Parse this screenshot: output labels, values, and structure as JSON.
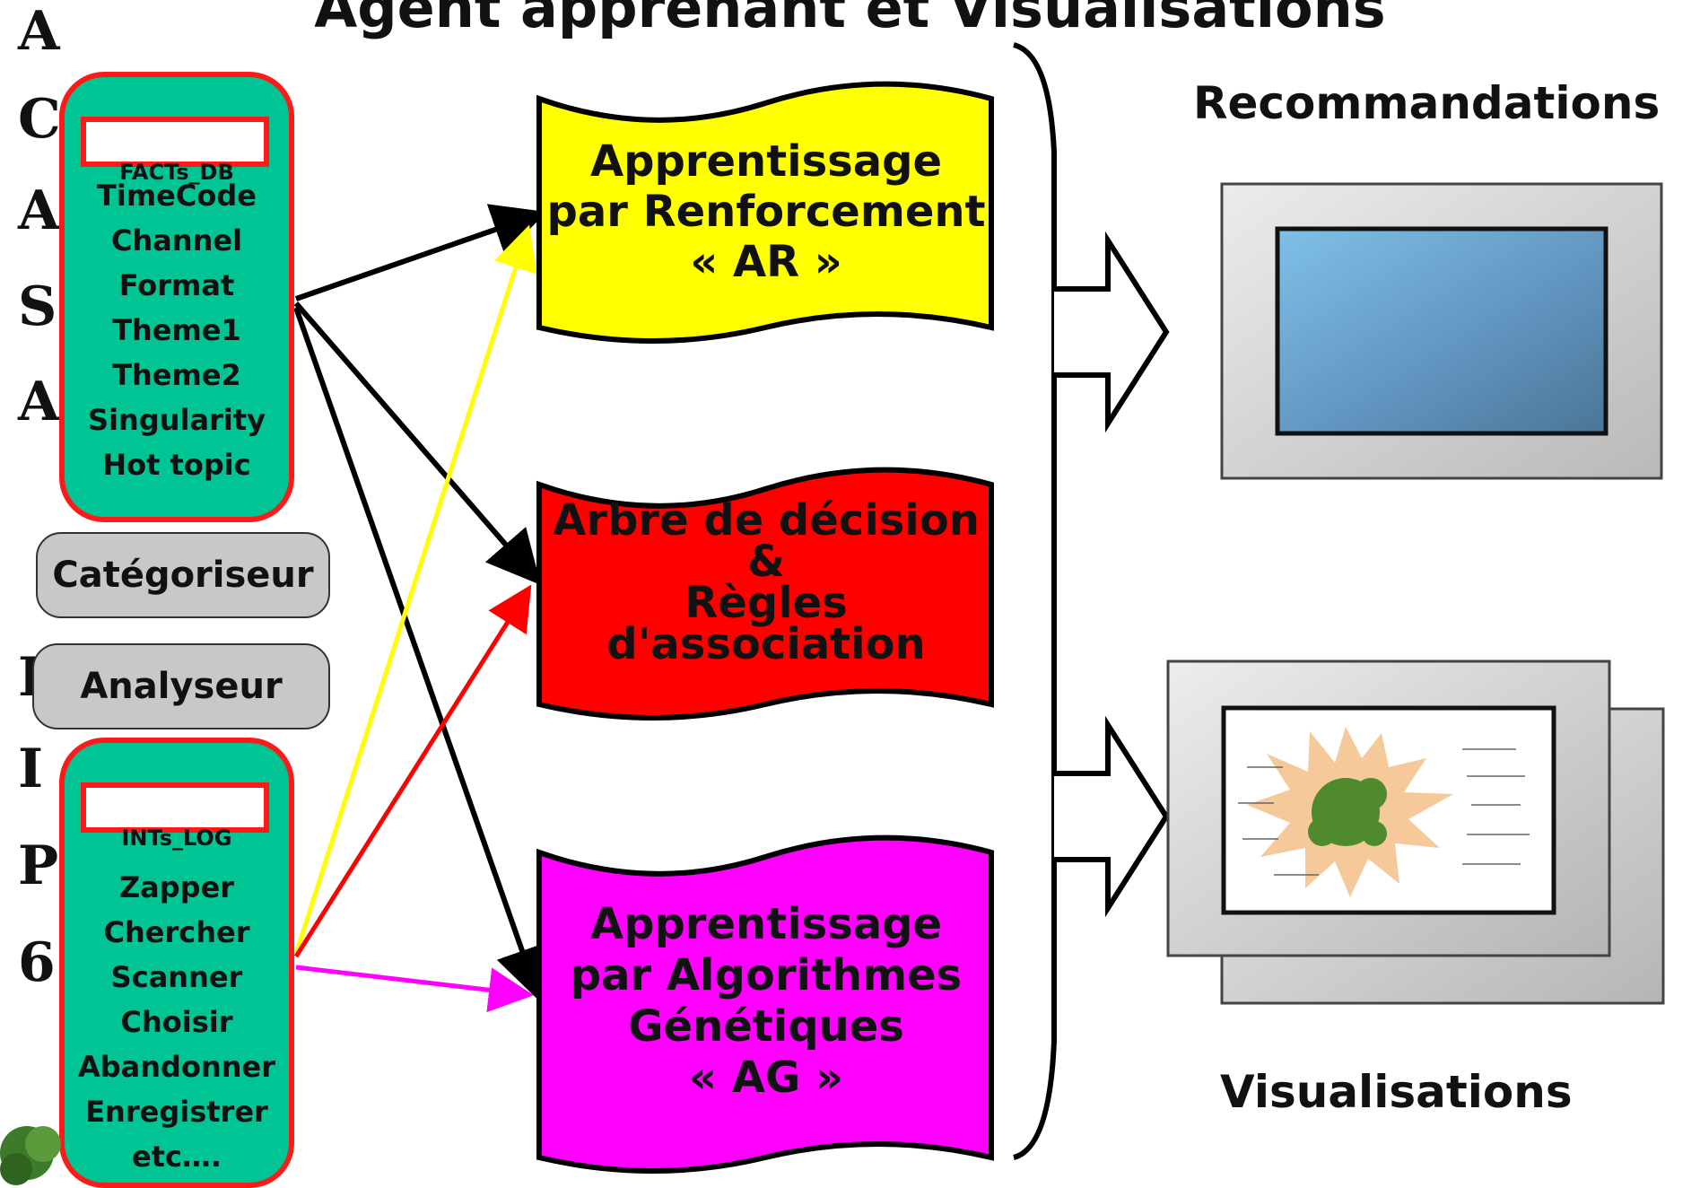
{
  "title": "Agent apprenant et Visualisations",
  "side_letters": [
    "A",
    "C",
    "A",
    "S",
    "A",
    "I",
    "I",
    "P",
    "6"
  ],
  "facts_db": {
    "header": "FACTs_DB",
    "items": [
      "TimeCode",
      "Channel",
      "Format",
      "Theme1",
      "Theme2",
      "Singularity",
      "Hot topic"
    ]
  },
  "categoriseur_label": "Catégoriseur",
  "analyseur_label": "Analyseur",
  "ints_log": {
    "header": "INTs_LOG",
    "items": [
      "Zapper",
      "Chercher",
      "Scanner",
      "Choisir",
      "Abandonner",
      "Enregistrer",
      "etc…."
    ]
  },
  "methods": {
    "ar": {
      "lines": [
        "Apprentissage",
        "par Renforcement",
        "« AR »"
      ],
      "color": "#ffff00"
    },
    "tree": {
      "lines": [
        "Arbre de décision",
        "&",
        "Règles",
        "d'association"
      ],
      "color": "#ff0000"
    },
    "ag": {
      "lines": [
        "Apprentissage",
        "par Algorithmes",
        "Génétiques",
        "« AG »"
      ],
      "color": "#ff00ff"
    }
  },
  "recommandations_label": "Recommandations",
  "visualisations_label": "Visualisations",
  "colors": {
    "pill_fill": "#00c494",
    "pill_border": "#ff1a1a",
    "arrow_black": "#000000",
    "arrow_yellow": "#ffff00",
    "arrow_red": "#ff0000",
    "arrow_magenta": "#ff00ff",
    "screen_blue": "#6aa6cf"
  }
}
